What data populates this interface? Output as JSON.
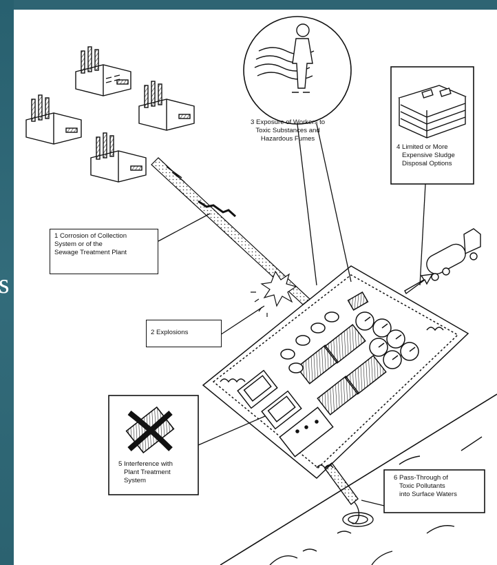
{
  "side": {
    "letter": "s"
  },
  "labels": {
    "corrosion": [
      "1 Corrosion of Collection",
      "System or of the",
      "Sewage Treatment Plant"
    ],
    "explosions": [
      "2 Explosions"
    ],
    "exposure": [
      "3 Exposure of Workers to",
      "Toxic Substances and",
      "Hazardous Fumes"
    ],
    "sludge": [
      "4 Limited or More",
      "Expensive Sludge",
      "Disposal Options"
    ],
    "interference": [
      "5 Interference with",
      "Plant Treatment",
      "System"
    ],
    "passthrough": [
      "6 Pass-Through of",
      "Toxic Pollutants",
      "into Surface Waters"
    ]
  },
  "icons": {
    "factory": "factory-icon",
    "worker": "worker-fumes-icon",
    "money": "money-stack-icon",
    "truck": "tanker-truck-icon",
    "cross": "crossed-out-icon",
    "explosion": "explosion-icon",
    "river": "river-icon"
  }
}
